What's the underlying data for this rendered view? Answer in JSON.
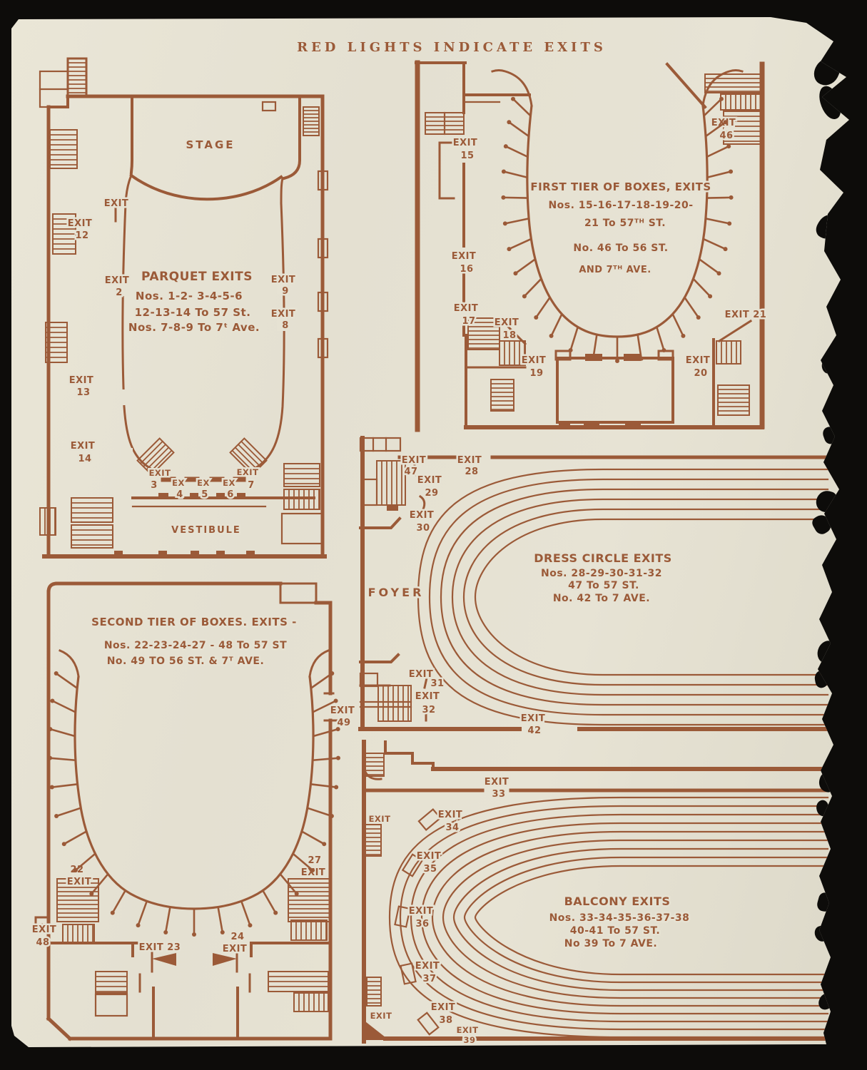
{
  "header": {
    "title": "RED LIGHTS INDICATE EXITS"
  },
  "colors": {
    "ink": "#9b5a38",
    "paper": "#e6e2d3",
    "background": "#0d0c0a"
  },
  "parquet": {
    "stage": "STAGE",
    "vestibule": "VESTIBULE",
    "title": "PARQUET EXITS",
    "line1": "Nos. 1-2- 3-4-5-6",
    "line2": "12-13-14 To 57 St.",
    "line3": "Nos. 7-8-9 To 7ᵗ Ave.",
    "e_stage": "EXIT",
    "e12": {
      "w": "EXIT",
      "n": "12"
    },
    "e2": {
      "w": "EXIT",
      "n": "2"
    },
    "e9": {
      "w": "EXIT",
      "n": "9"
    },
    "e8": {
      "w": "EXIT",
      "n": "8"
    },
    "e13": {
      "w": "EXIT",
      "n": "13"
    },
    "e14": {
      "w": "EXIT",
      "n": "14"
    },
    "e3": {
      "w": "EXIT",
      "n": "3"
    },
    "e4": {
      "w": "EX",
      "n": "4"
    },
    "e5": {
      "w": "EX",
      "n": "5"
    },
    "e6": {
      "w": "EX",
      "n": "6"
    },
    "e7": {
      "w": "EXIT",
      "n": "7"
    }
  },
  "first_tier": {
    "title": "FIRST TIER OF BOXES, EXITS",
    "line1": "Nos. 15-16-17-18-19-20-",
    "line2": "21 To 57ᵀᴴ ST.",
    "line3": "No. 46 To 56 ST.",
    "line4": "AND 7ᵀᴴ AVE.",
    "e15": {
      "w": "EXIT",
      "n": "15"
    },
    "e16": {
      "w": "EXIT",
      "n": "16"
    },
    "e17": {
      "w": "EXIT",
      "n": "17"
    },
    "e18": {
      "w": "EXIT",
      "n": "18"
    },
    "e19": {
      "w": "EXIT",
      "n": "19"
    },
    "e20": {
      "w": "EXIT",
      "n": "20"
    },
    "e21": "EXIT 21",
    "e46": {
      "w": "EXIT",
      "n": "46"
    }
  },
  "second_tier": {
    "title": "SECOND TIER OF BOXES. EXITS -",
    "line1": "Nos. 22-23-24-27 - 48 To 57 ST",
    "line2": "No. 49 TO 56 ST. & 7ᵀ AVE.",
    "e22": {
      "n": "22",
      "w": "EXIT"
    },
    "e23": "EXIT 23",
    "e24": {
      "n": "24",
      "w": "EXIT"
    },
    "e27": {
      "n": "27",
      "w": "EXIT"
    },
    "e48": {
      "w": "EXIT",
      "n": "48"
    },
    "e49": {
      "w": "EXIT",
      "n": "49"
    }
  },
  "dress_circle": {
    "title": "DRESS CIRCLE EXITS",
    "line1": "Nos. 28-29-30-31-32",
    "line2": "47 To 57 ST.",
    "line3": "No. 42 To 7 AVE.",
    "foyer": "FOYER",
    "e47": {
      "w": "EXIT",
      "n": "47"
    },
    "e28": {
      "w": "EXIT",
      "n": "28"
    },
    "e29": {
      "w": "EXIT",
      "n": "29"
    },
    "e30": {
      "w": "EXIT",
      "n": "30"
    },
    "e31": {
      "w": "EXIT",
      "n": "31"
    },
    "e32": {
      "w": "EXIT",
      "n": "32"
    },
    "e42": {
      "w": "EXIT",
      "n": "42"
    }
  },
  "balcony": {
    "title": "BALCONY EXITS",
    "line1": "Nos. 33-34-35-36-37-38",
    "line2": "40-41 To 57 ST.",
    "line3": "No 39 To 7 AVE.",
    "e_upper": "EXIT",
    "e_lower": "EXIT",
    "e33": {
      "w": "EXIT",
      "n": "33"
    },
    "e34": {
      "w": "EXIT",
      "n": "34"
    },
    "e35": {
      "w": "EXIT",
      "n": "35"
    },
    "e36": {
      "w": "EXIT",
      "n": "36"
    },
    "e37": {
      "w": "EXIT",
      "n": "37"
    },
    "e38": {
      "w": "EXIT",
      "n": "38"
    },
    "e39": {
      "w": "EXIT",
      "n": "39"
    }
  }
}
